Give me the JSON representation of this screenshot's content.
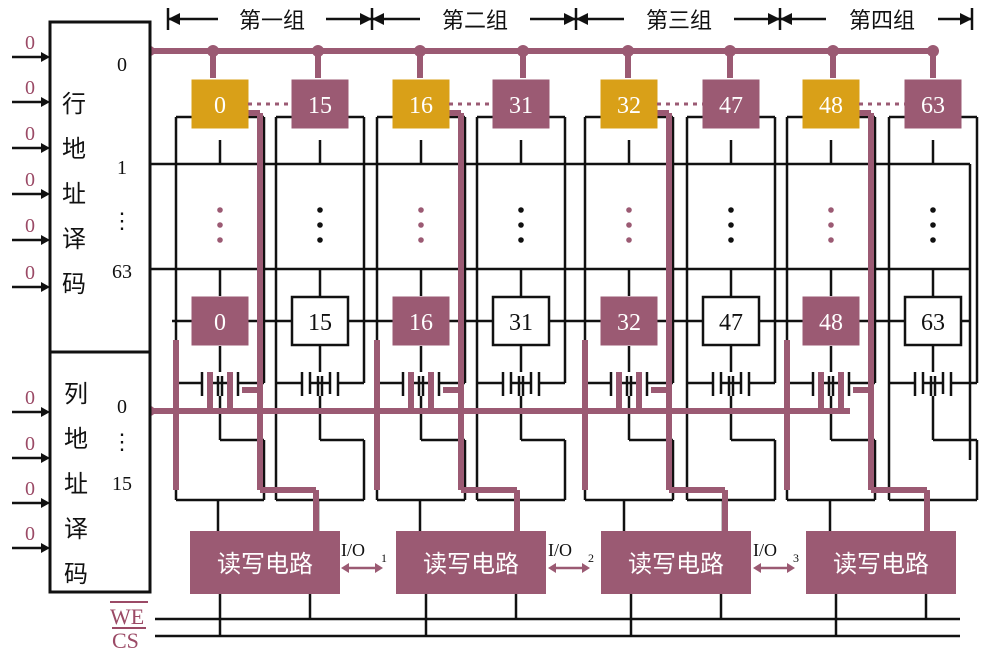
{
  "groups": [
    "第一组",
    "第二组",
    "第三组",
    "第四组"
  ],
  "row_decoder": {
    "label_chars": [
      "行",
      "地",
      "址",
      "译",
      "码"
    ],
    "inputs": [
      "0",
      "0",
      "0",
      "0",
      "0",
      "0"
    ],
    "outputs": [
      "0",
      "1",
      "⋮",
      "63"
    ]
  },
  "col_decoder": {
    "label_chars": [
      "列",
      "地",
      "址",
      "译",
      "码"
    ],
    "inputs": [
      "0",
      "0",
      "0",
      "0"
    ],
    "outputs": [
      "0",
      "⋮",
      "15"
    ]
  },
  "top_cells": [
    "0",
    "15",
    "16",
    "31",
    "32",
    "47",
    "48",
    "63"
  ],
  "bottom_cells": [
    "0",
    "15",
    "16",
    "31",
    "32",
    "47",
    "48",
    "63"
  ],
  "rw_circuit_label": "读写电路",
  "io_labels": [
    "I/O",
    "I/O",
    "I/O"
  ],
  "io_subscripts": [
    "1",
    "2",
    "3"
  ],
  "control_signals": [
    "WE",
    "CS"
  ],
  "colors": {
    "highlight": "#9b5a73",
    "selected_cell": "#d9a018",
    "line": "#111111",
    "input_digit": "#9b4a66"
  }
}
